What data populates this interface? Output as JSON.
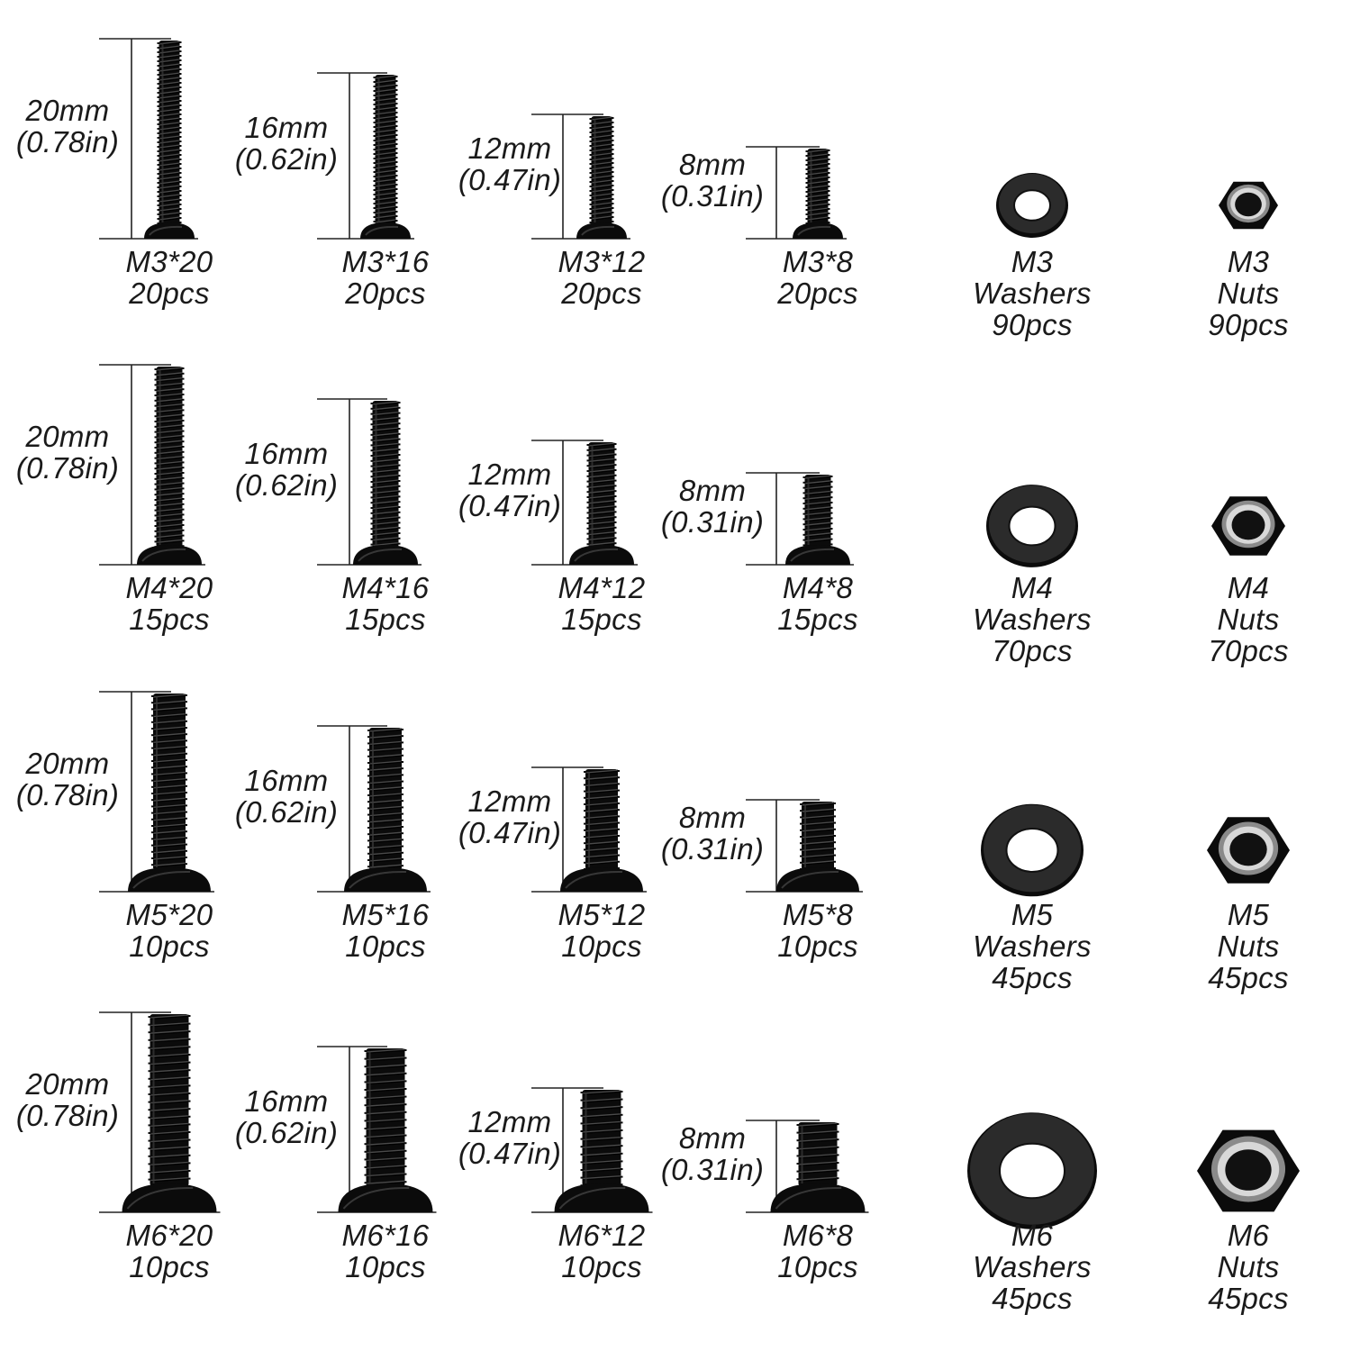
{
  "colors": {
    "background": "#ffffff",
    "text": "#1a1a1a",
    "hardware": "#0b0b0b",
    "dimension_line": "#222222"
  },
  "dimensions": [
    {
      "mm": "20mm",
      "inch": "(0.78in)"
    },
    {
      "mm": "16mm",
      "inch": "(0.62in)"
    },
    {
      "mm": "12mm",
      "inch": "(0.47in)"
    },
    {
      "mm": "8mm",
      "inch": "(0.31in)"
    }
  ],
  "rows": [
    {
      "screws": [
        {
          "name": "M3*20",
          "qty": "20pcs"
        },
        {
          "name": "M3*16",
          "qty": "20pcs"
        },
        {
          "name": "M3*12",
          "qty": "20pcs"
        },
        {
          "name": "M3*8",
          "qty": "20pcs"
        }
      ],
      "washer": {
        "size": "M3",
        "type": "Washers",
        "qty": "90pcs"
      },
      "nut": {
        "size": "M3",
        "type": "Nuts",
        "qty": "90pcs"
      }
    },
    {
      "screws": [
        {
          "name": "M4*20",
          "qty": "15pcs"
        },
        {
          "name": "M4*16",
          "qty": "15pcs"
        },
        {
          "name": "M4*12",
          "qty": "15pcs"
        },
        {
          "name": "M4*8",
          "qty": "15pcs"
        }
      ],
      "washer": {
        "size": "M4",
        "type": "Washers",
        "qty": "70pcs"
      },
      "nut": {
        "size": "M4",
        "type": "Nuts",
        "qty": "70pcs"
      }
    },
    {
      "screws": [
        {
          "name": "M5*20",
          "qty": "10pcs"
        },
        {
          "name": "M5*16",
          "qty": "10pcs"
        },
        {
          "name": "M5*12",
          "qty": "10pcs"
        },
        {
          "name": "M5*8",
          "qty": "10pcs"
        }
      ],
      "washer": {
        "size": "M5",
        "type": "Washers",
        "qty": "45pcs"
      },
      "nut": {
        "size": "M5",
        "type": "Nuts",
        "qty": "45pcs"
      }
    },
    {
      "screws": [
        {
          "name": "M6*20",
          "qty": "10pcs"
        },
        {
          "name": "M6*16",
          "qty": "10pcs"
        },
        {
          "name": "M6*12",
          "qty": "10pcs"
        },
        {
          "name": "M6*8",
          "qty": "10pcs"
        }
      ],
      "washer": {
        "size": "M6",
        "type": "Washers",
        "qty": "45pcs"
      },
      "nut": {
        "size": "M6",
        "type": "Nuts",
        "qty": "45pcs"
      }
    }
  ]
}
